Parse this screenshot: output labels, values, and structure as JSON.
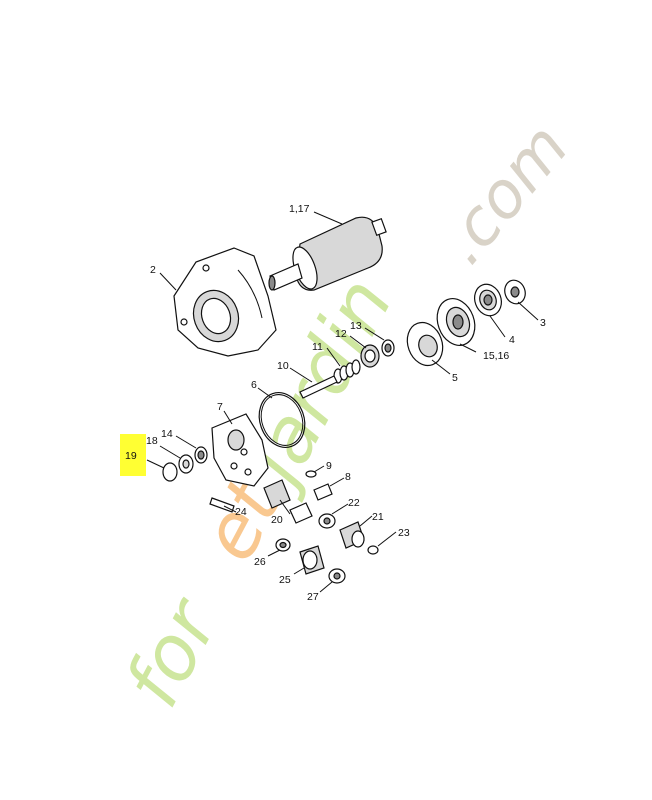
{
  "diagram": {
    "highlight_color": "#ffff33",
    "highlighted_label": "19",
    "labels": [
      {
        "id": "l-1-17",
        "text": "1,17"
      },
      {
        "id": "l-2",
        "text": "2"
      },
      {
        "id": "l-3",
        "text": "3"
      },
      {
        "id": "l-4",
        "text": "4"
      },
      {
        "id": "l-5",
        "text": "5"
      },
      {
        "id": "l-6",
        "text": "6"
      },
      {
        "id": "l-7",
        "text": "7"
      },
      {
        "id": "l-8",
        "text": "8"
      },
      {
        "id": "l-9",
        "text": "9"
      },
      {
        "id": "l-10",
        "text": "10"
      },
      {
        "id": "l-11",
        "text": "11"
      },
      {
        "id": "l-12",
        "text": "12"
      },
      {
        "id": "l-13",
        "text": "13"
      },
      {
        "id": "l-14",
        "text": "14"
      },
      {
        "id": "l-15-16",
        "text": "15,16"
      },
      {
        "id": "l-18",
        "text": "18"
      },
      {
        "id": "l-19",
        "text": "19"
      },
      {
        "id": "l-20",
        "text": "20"
      },
      {
        "id": "l-21",
        "text": "21"
      },
      {
        "id": "l-22",
        "text": "22"
      },
      {
        "id": "l-23",
        "text": "23"
      },
      {
        "id": "l-24",
        "text": "24"
      },
      {
        "id": "l-25",
        "text": "25"
      },
      {
        "id": "l-26",
        "text": "26"
      },
      {
        "id": "l-27",
        "text": "27"
      }
    ]
  },
  "watermark": {
    "part1": "for",
    "part2": "et",
    "part3": "jardin",
    "part4": ".com",
    "color_green": "#cfe7a0",
    "color_orange": "#f9c890",
    "color_grey": "#d9d3c8"
  }
}
